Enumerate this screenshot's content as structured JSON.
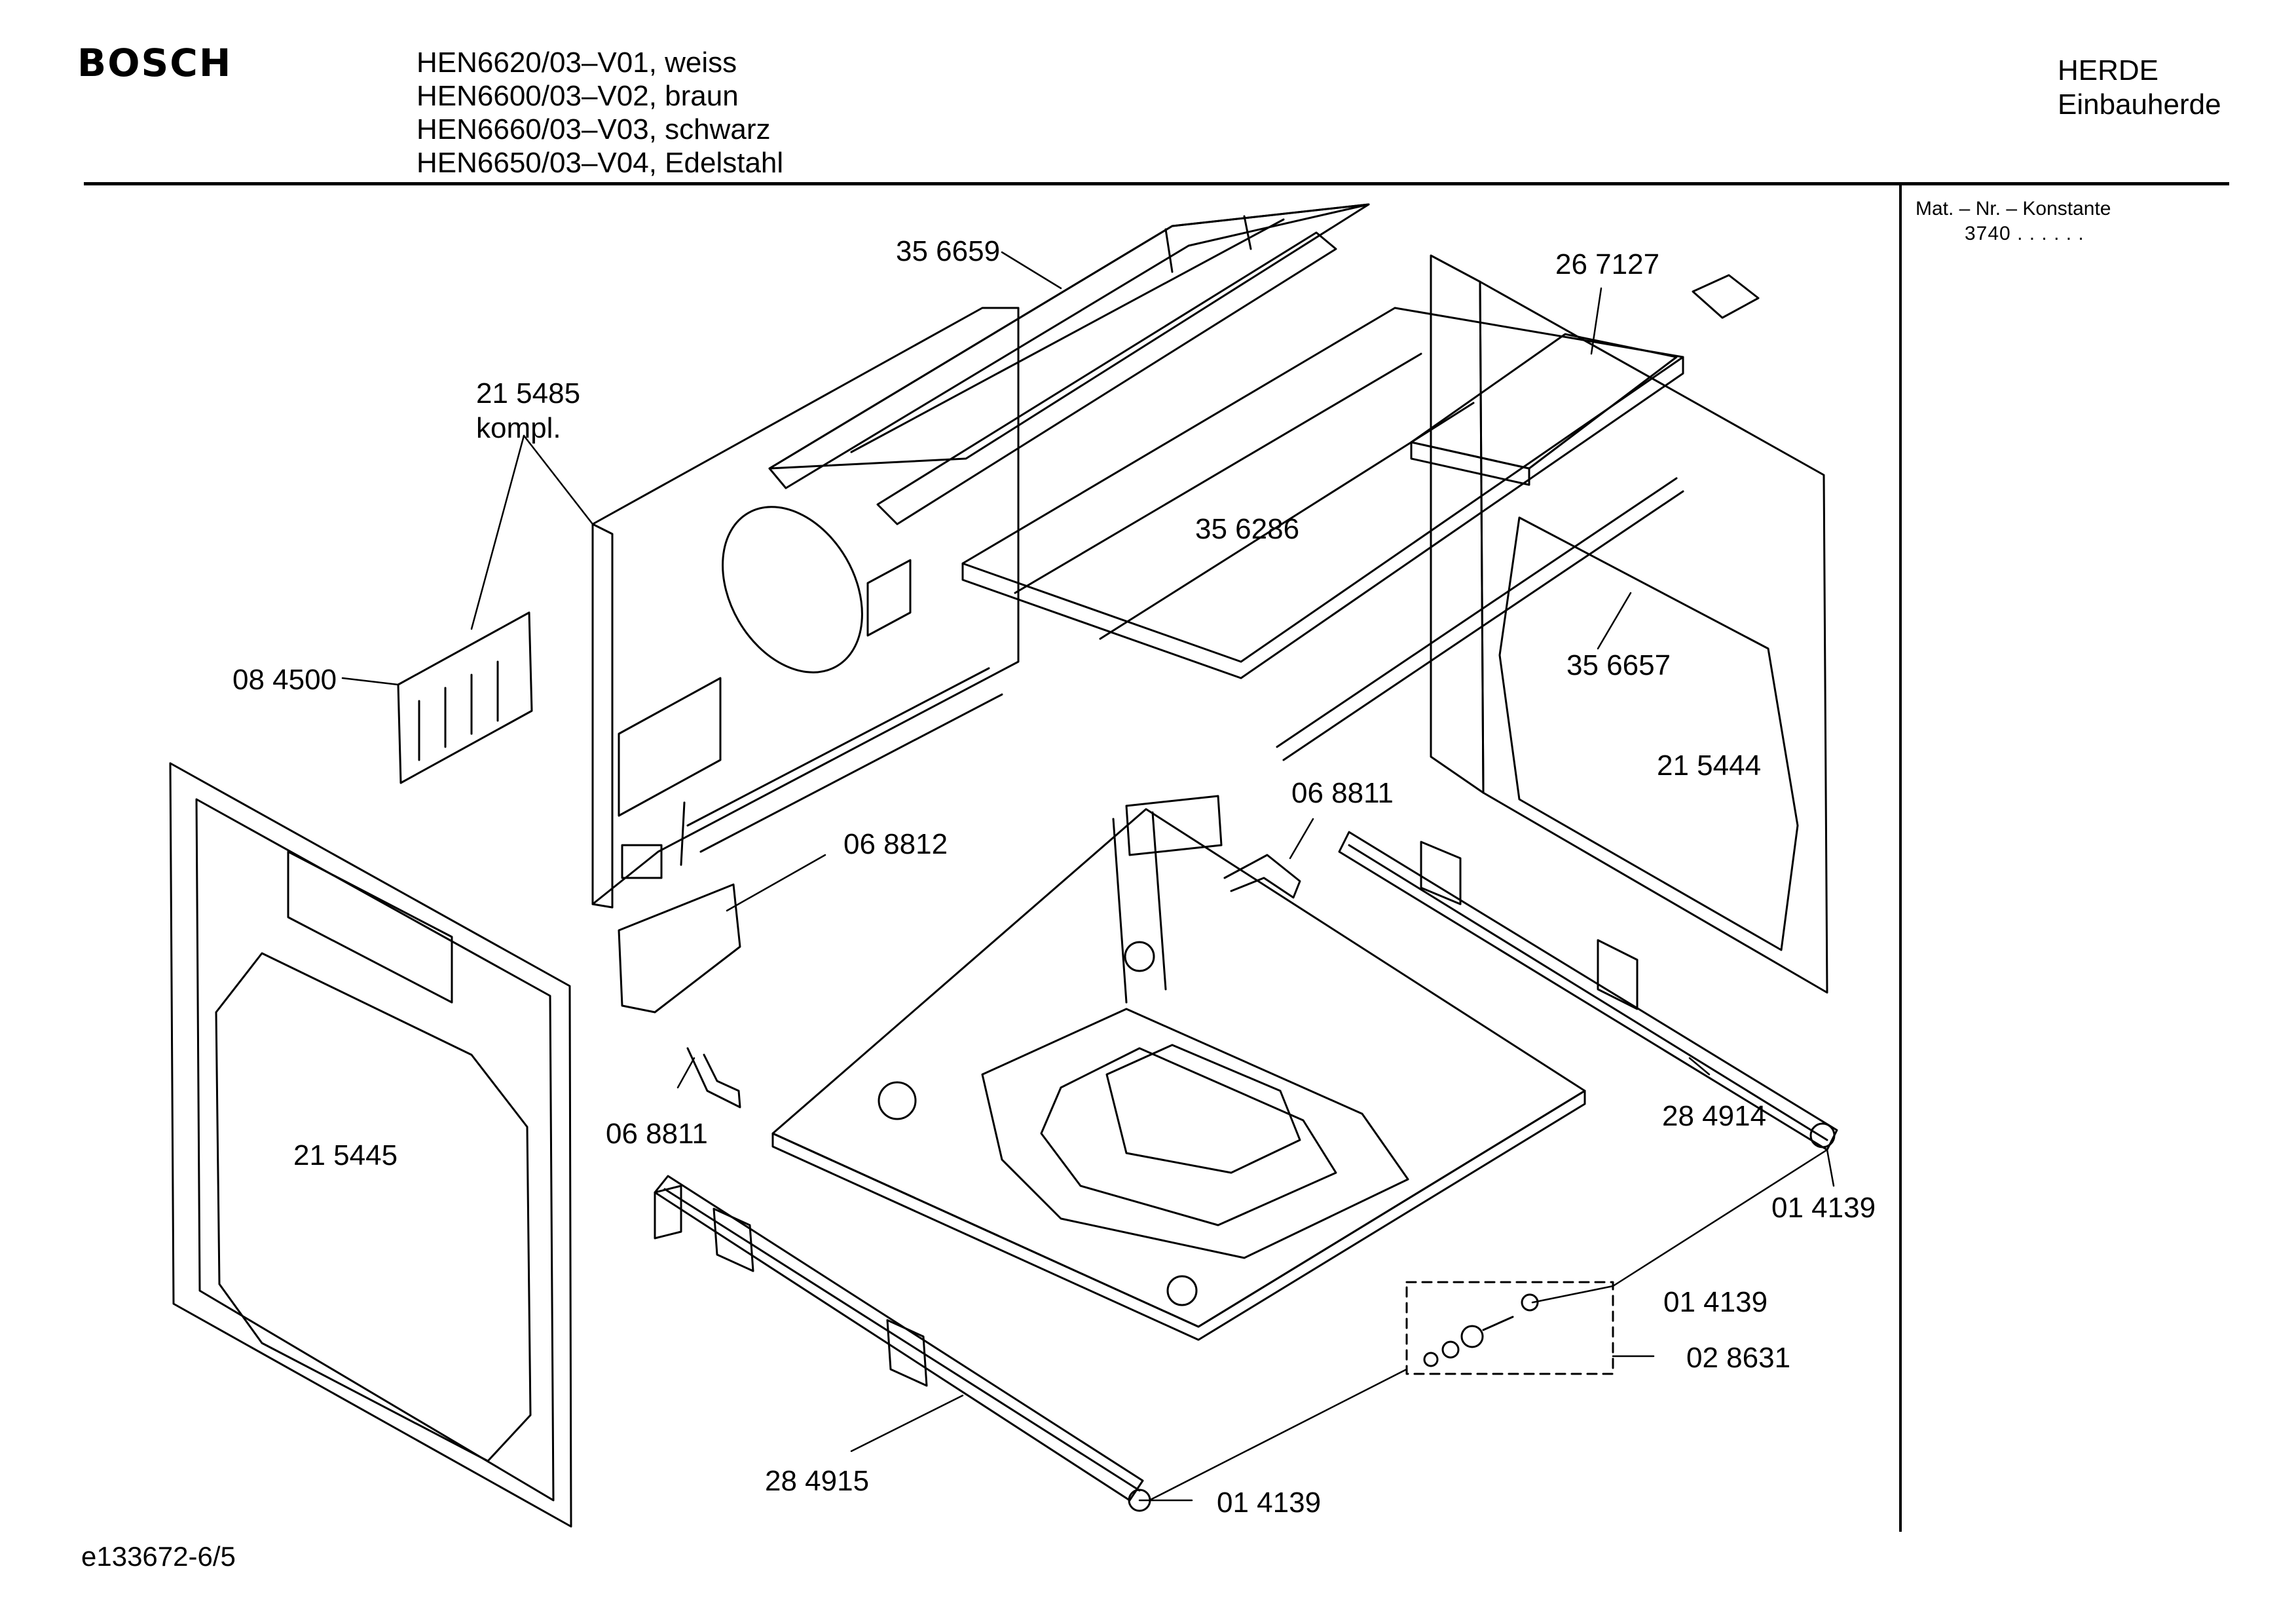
{
  "header": {
    "brand": "BOSCH",
    "models": [
      "HEN6620/03–V01, weiss",
      "HEN6600/03–V02, braun",
      "HEN6660/03–V03, schwarz",
      "HEN6650/03–V04, Edelstahl"
    ],
    "category_line1": "HERDE",
    "category_line2": "Einbauherde"
  },
  "sidebar": {
    "label": "Mat. – Nr. – Konstante",
    "value": "3740 . .  . . . ."
  },
  "parts": {
    "p356659": "35 6659",
    "p215485_a": "21 5485",
    "p215485_b": "kompl.",
    "p084500": "08 4500",
    "p267127": "26 7127",
    "p356286": "35 6286",
    "p356657": "35 6657",
    "p215444": "21 5444",
    "p068811_right": "06 8811",
    "p068812": "06 8812",
    "p215445": "21 5445",
    "p068811_left": "06 8811",
    "p284914": "28 4914",
    "p014139_right": "01 4139",
    "p014139_mid": "01 4139",
    "p028631": "02 8631",
    "p284915": "28 4915",
    "p014139_bottom": "01 4139"
  },
  "footer": {
    "drawing_id": "e133672-6/5"
  }
}
